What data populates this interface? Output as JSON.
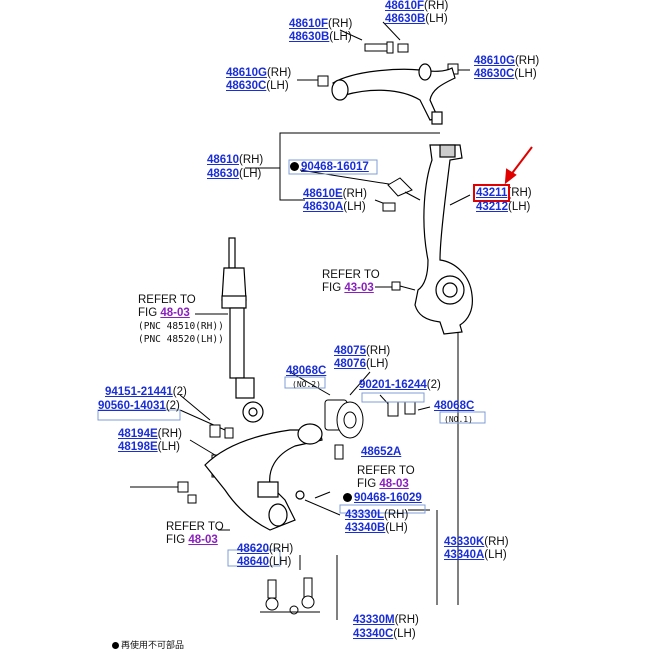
{
  "callouts": {
    "p48610F": {
      "pn": "48610F",
      "side": "(RH)"
    },
    "p48630B_top": {
      "pn": "48630B",
      "side": "(LH)"
    },
    "p48610F_b": {
      "pn": "48610F",
      "side": "(RH)"
    },
    "p48630B_b": {
      "pn": "48630B",
      "side": "(LH)"
    },
    "p48610G_l": {
      "pn": "48610G",
      "side": "(RH)"
    },
    "p48630C_l": {
      "pn": "48630C",
      "side": "(LH)"
    },
    "p48610G_r": {
      "pn": "48610G",
      "side": "(RH)"
    },
    "p48630C_r": {
      "pn": "48630C",
      "side": "(LH)"
    },
    "p48610": {
      "pn": "48610",
      "side": "(RH)"
    },
    "p48630": {
      "pn": "48630",
      "side": "(LH)"
    },
    "p90468_16017": {
      "pn": "90468-16017"
    },
    "p48610E": {
      "pn": "48610E",
      "side": "(RH)"
    },
    "p48630A": {
      "pn": "48630A",
      "side": "(LH)"
    },
    "p43211": {
      "pn": "43211",
      "side": "(RH)"
    },
    "p43212": {
      "pn": "43212",
      "side": "(LH)"
    },
    "ref_43_03": {
      "text": "REFER TO",
      "fig": "FIG",
      "fignum": "43-03"
    },
    "ref_48_03_a": {
      "text": "REFER TO",
      "fig": "FIG",
      "fignum": "48-03"
    },
    "pnc_note_1": "(PNC 48510(RH))",
    "pnc_note_2": "(PNC 48520(LH))",
    "p48075": {
      "pn": "48075",
      "side": "(RH)"
    },
    "p48076": {
      "pn": "48076",
      "side": "(LH)"
    },
    "p48068C_l": {
      "pn": "48068C",
      "note": "(NO.2)"
    },
    "p90201": {
      "pn": "90201-16244",
      "qty": "(2)"
    },
    "p48068C_r": {
      "pn": "48068C",
      "note": "(NO.1)"
    },
    "p94151": {
      "pn": "94151-21441",
      "qty": "(2)"
    },
    "p90560": {
      "pn": "90560-14031",
      "qty": "(2)"
    },
    "p48194E": {
      "pn": "48194E",
      "side": "(RH)"
    },
    "p48198E": {
      "pn": "48198E",
      "side": "(LH)"
    },
    "p48652A": {
      "pn": "48652A"
    },
    "ref_48_03_b": {
      "text": "REFER TO",
      "fig": "FIG",
      "fignum": "48-03"
    },
    "p90468_16029": {
      "pn": "90468-16029"
    },
    "p43330L": {
      "pn": "43330L",
      "side": "(RH)"
    },
    "p43340B": {
      "pn": "43340B",
      "side": "(LH)"
    },
    "ref_48_03_c": {
      "text": "REFER TO",
      "fig": "FIG",
      "fignum": "48-03"
    },
    "p48620": {
      "pn": "48620",
      "side": "(RH)"
    },
    "p48640": {
      "pn": "48640",
      "side": "(LH)"
    },
    "p43330K": {
      "pn": "43330K",
      "side": "(RH)"
    },
    "p43340A": {
      "pn": "43340A",
      "side": "(LH)"
    },
    "p43330M": {
      "pn": "43330M",
      "side": "(RH)"
    },
    "p43340C": {
      "pn": "43340C",
      "side": "(LH)"
    }
  },
  "legend": {
    "text": "再使用不可部品"
  },
  "colors": {
    "part_number": "#1a2ed8",
    "fig_ref": "#8a1fbf",
    "highlight": "#e00000",
    "arrow": "#e00000"
  }
}
